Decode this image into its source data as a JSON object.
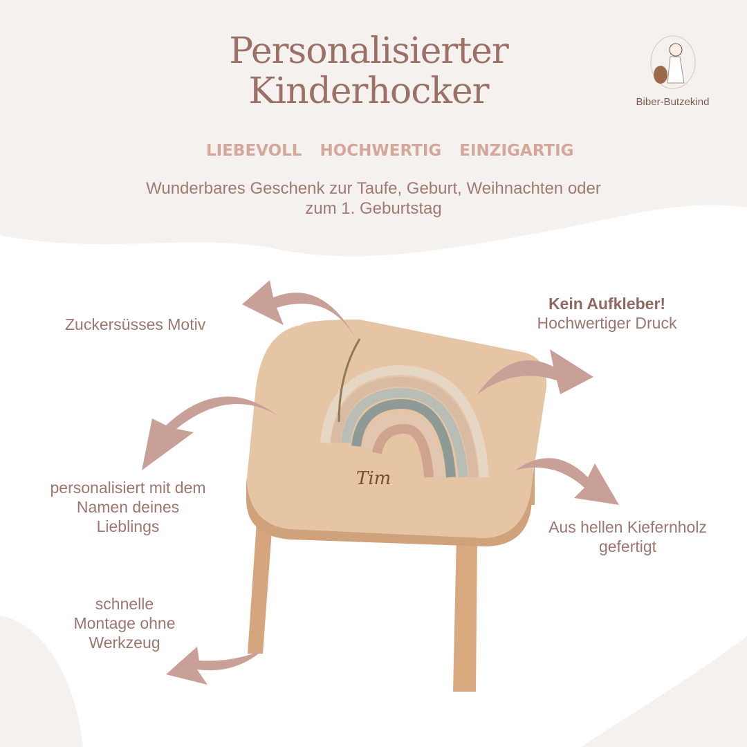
{
  "header": {
    "title_line1": "Personalisierter",
    "title_line2": "Kinderhocker",
    "tags": [
      "LIEBEVOLL",
      "HOCHWERTIG",
      "EINZIGARTIG"
    ],
    "subtitle_line1": "Wunderbares Geschenk zur Taufe, Geburt, Weihnachten oder",
    "subtitle_line2": "zum 1. Geburtstag"
  },
  "logo": {
    "text": "Biber-Butzekind"
  },
  "features": {
    "motif": "Zuckersüsses Motiv",
    "print_bold": "Kein Aufkleber!",
    "print": "Hochwertiger Druck",
    "name_l1": "personalisiert mit dem",
    "name_l2": "Namen deines",
    "name_l3": "Lieblings",
    "wood_l1": "Aus hellen Kiefernholz",
    "wood_l2": "gefertigt",
    "mount_l1": "schnelle",
    "mount_l2": "Montage ohne",
    "mount_l3": "Werkzeug"
  },
  "product": {
    "name_print": "Tim"
  },
  "colors": {
    "top_bg": "#f5f1ee",
    "arrow": "#c9a098",
    "title": "#9a7067",
    "tags": "#d3a79b"
  }
}
